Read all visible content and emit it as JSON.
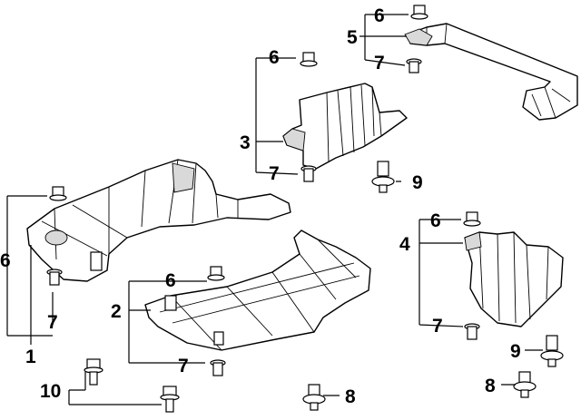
{
  "callouts": {
    "c1": "1",
    "c2": "2",
    "c3": "3",
    "c4": "4",
    "c5": "5",
    "c6_top": "6",
    "c7_top": "7",
    "c6_p3": "6",
    "c7_p3": "7",
    "c9_p3": "9",
    "c6_left": "6",
    "c7_left": "7",
    "c6_p2": "6",
    "c7_p2": "7",
    "c6_p4": "6",
    "c7_p4": "7",
    "c9_p4": "9",
    "c8_right": "8",
    "c8_center": "8",
    "c10": "10"
  },
  "icons": [
    "bolt-icon",
    "pushpin-clip-icon",
    "flange-bolt-icon",
    "screw-grommet-icon"
  ]
}
